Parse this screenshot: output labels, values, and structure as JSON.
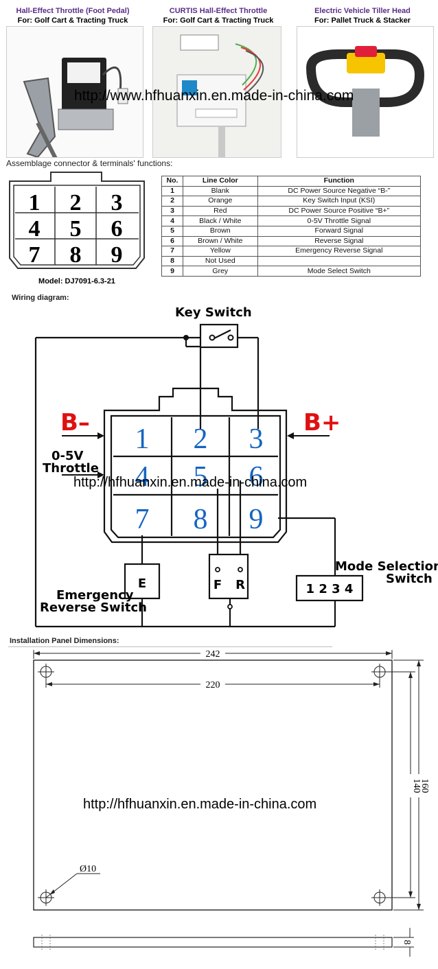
{
  "products": [
    {
      "title": "Hall-Effect Throttle (Foot Pedal)",
      "subtitle": "For: Golf Cart & Tracting Truck"
    },
    {
      "title": "CURTIS Hall-Effect Throttle",
      "subtitle": "For: Golf Cart & Tracting Truck"
    },
    {
      "title": "Electric Vehicle Tiller Head",
      "subtitle": "For: Pallet Truck & Stacker"
    }
  ],
  "watermark": "http://www.hfhuanxin.en.made-in-china.com",
  "watermark2": "http://hfhuanxin.en.made-in-china.com",
  "connector_section": {
    "label": "Assemblage connector & terminals' functions:",
    "pins": [
      "1",
      "2",
      "3",
      "4",
      "5",
      "6",
      "7",
      "8",
      "9"
    ],
    "model": "Model: DJ7091-6.3-21"
  },
  "function_table": {
    "headers": [
      "No.",
      "Line Color",
      "Function"
    ],
    "rows": [
      {
        "no": "1",
        "color": "Blank",
        "function": "DC Power Source Negative “B-”"
      },
      {
        "no": "2",
        "color": "Orange",
        "function": "Key Switch Input (KSI)"
      },
      {
        "no": "3",
        "color": "Red",
        "function": "DC Power Source Positive “B+”"
      },
      {
        "no": "4",
        "color": "Black / White",
        "function": "0-5V Throttle Signal"
      },
      {
        "no": "5",
        "color": "Brown",
        "function": "Forward Signal"
      },
      {
        "no": "6",
        "color": "Brown / White",
        "function": "Reverse Signal"
      },
      {
        "no": "7",
        "color": "Yellow",
        "function": "Emergency Reverse Signal"
      },
      {
        "no": "8",
        "color": "Not Used",
        "function": ""
      },
      {
        "no": "9",
        "color": "Grey",
        "function": "Mode Select Switch"
      }
    ]
  },
  "wiring": {
    "label": "Wiring diagram:",
    "key_switch": "Key Switch",
    "b_minus": "B–",
    "b_plus": "B+",
    "throttle_line1": "0-5V",
    "throttle_line2": "Throttle",
    "pins": [
      "1",
      "2",
      "3",
      "4",
      "5",
      "6",
      "7",
      "8",
      "9"
    ],
    "e_box": "E",
    "f_label": "F",
    "r_label": "R",
    "emergency_line1": "Emergency",
    "emergency_line2": "Reverse Switch",
    "mode_line1": "Mode Selection",
    "mode_line2": "Switch",
    "mode_positions": "1 2 3 4"
  },
  "panel": {
    "label": "Installation Panel Dimensions:",
    "width": "242",
    "hole_span": "220",
    "height": "160",
    "hole_height": "140",
    "hole_dia": "Ø10",
    "thickness": "8"
  },
  "colors": {
    "accent_purple": "#5b2c86",
    "pin_blue": "#1565c0",
    "arrow_red": "#e01010"
  }
}
